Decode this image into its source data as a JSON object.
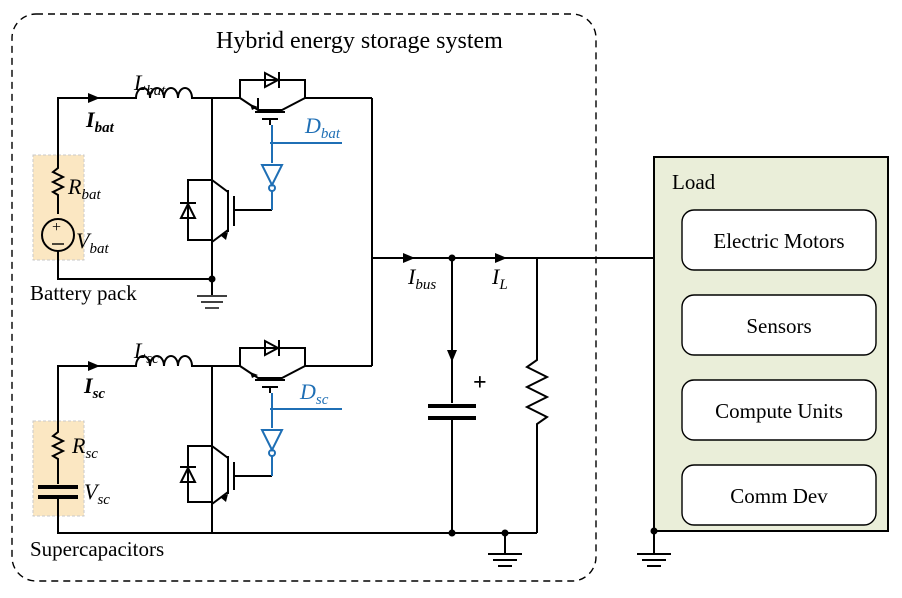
{
  "hess": {
    "title": "Hybrid energy storage system",
    "battery_label": "Battery pack",
    "supercap_label": "Supercapacitors"
  },
  "symbols": {
    "I": "I",
    "L": "L",
    "R": "R",
    "V": "V",
    "D": "D",
    "bat": "bat",
    "sc": "sc",
    "bus": "bus",
    "load_sub": "L"
  },
  "load": {
    "title": "Load",
    "items": [
      "Electric Motors",
      "Sensors",
      "Compute Units",
      "Comm Dev"
    ]
  },
  "colors": {
    "accent_blue": "#1f6fb5",
    "source_highlight": "#fbe7c2",
    "load_panel": "#eaeed9"
  }
}
